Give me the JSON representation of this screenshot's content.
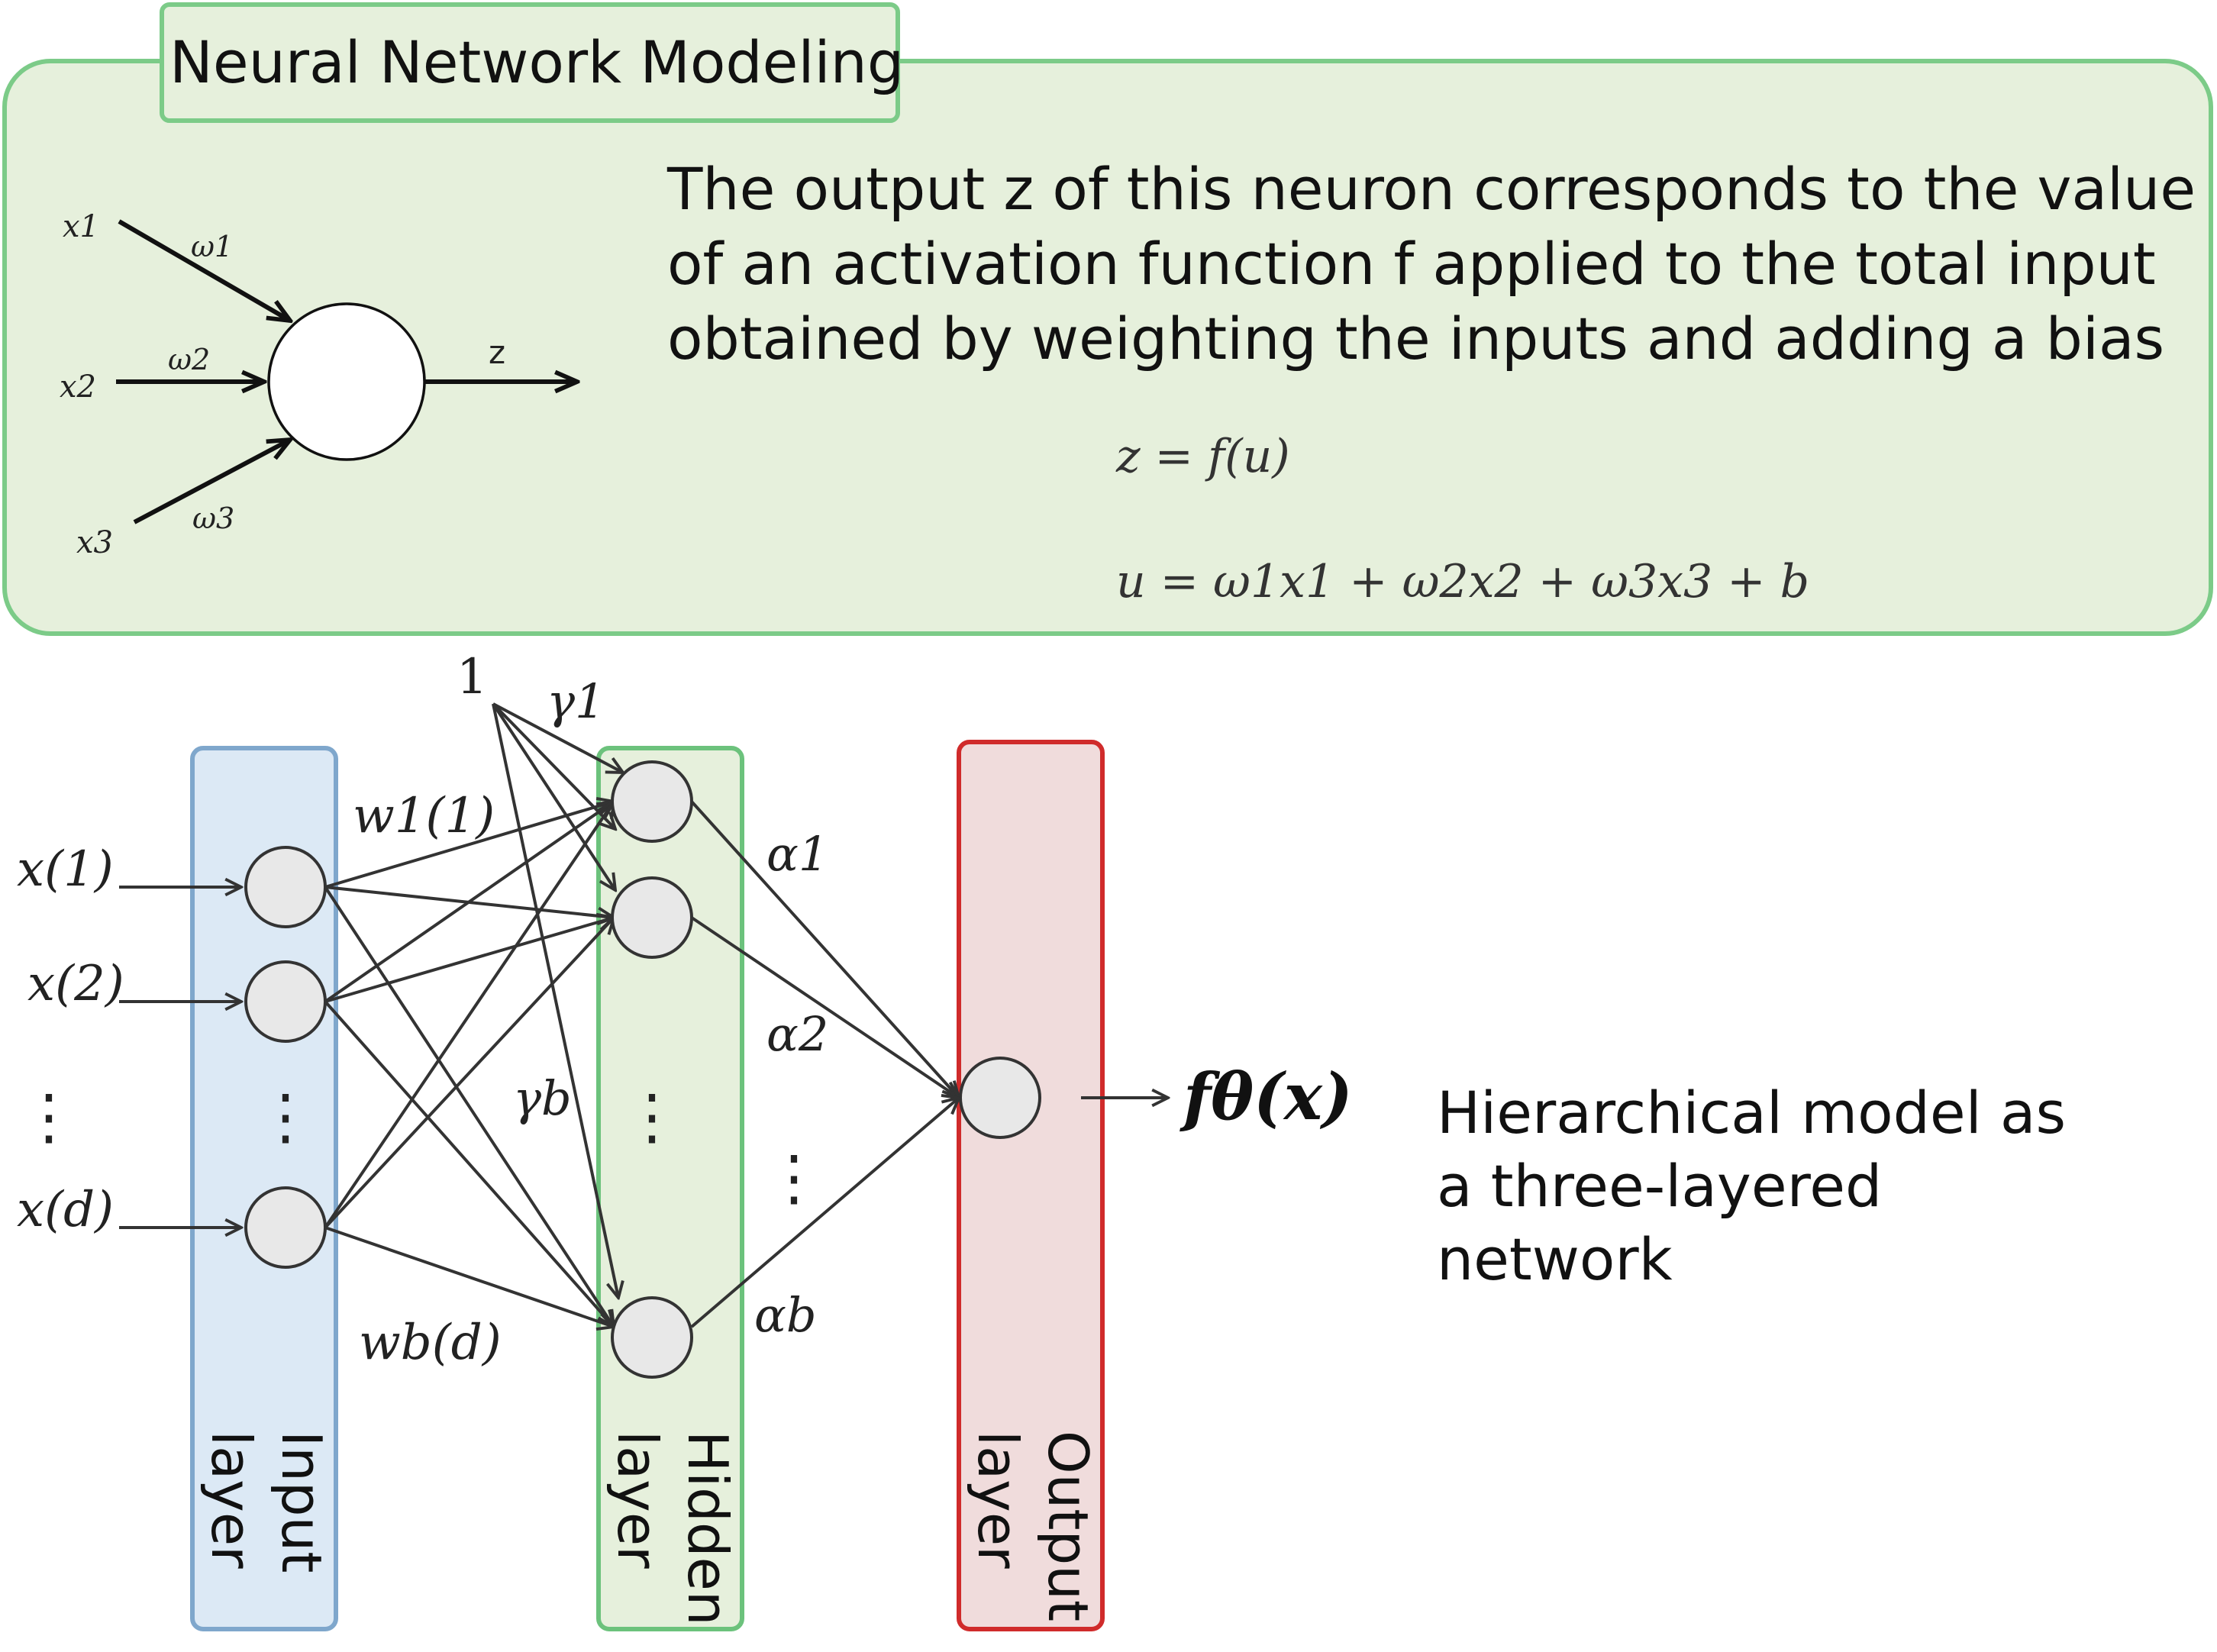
{
  "top_panel": {
    "title": "Neural Network Modeling",
    "description_lines": [
      "The output z of this neuron corresponds to the value",
      "of an activation function f applied to the total input",
      "obtained by weighting the inputs and adding a bias"
    ],
    "neuron": {
      "inputs": [
        "x1",
        "x2",
        "x3"
      ],
      "weights": [
        "ω1",
        "ω2",
        "ω3"
      ],
      "output": "z"
    },
    "equation_1": "z = f(u)",
    "equation_2": "u = ω1x1 + ω2x2 + ω3x3 + b"
  },
  "network": {
    "inputs": [
      "x(1)",
      "x(2)",
      "⋮",
      "x(d)"
    ],
    "bias_node": "1",
    "bias_weights": [
      "γ1",
      "γb"
    ],
    "input_weights": [
      "w1(1)",
      "wb(d)"
    ],
    "output_weights": [
      "α1",
      "α2",
      "⋮",
      "αb"
    ],
    "output_function": "fθ(x)",
    "layers": [
      {
        "label_line1": "Input",
        "label_line2": "layer",
        "color": "#dce9f5",
        "border": "#7fa7cc"
      },
      {
        "label_line1": "Hidden",
        "label_line2": "layer",
        "color": "#e6f0dc",
        "border": "#6cc27c"
      },
      {
        "label_line1": "Output",
        "label_line2": "layer",
        "color": "#f0dcdc",
        "border": "#d02b2b"
      }
    ],
    "caption_lines": [
      "Hierarchical model as",
      "a three-layered",
      "network"
    ]
  },
  "colors": {
    "panel_fill": "#e6f0dc",
    "panel_border": "#7ccb88",
    "node_fill": "#e8e8e8"
  }
}
